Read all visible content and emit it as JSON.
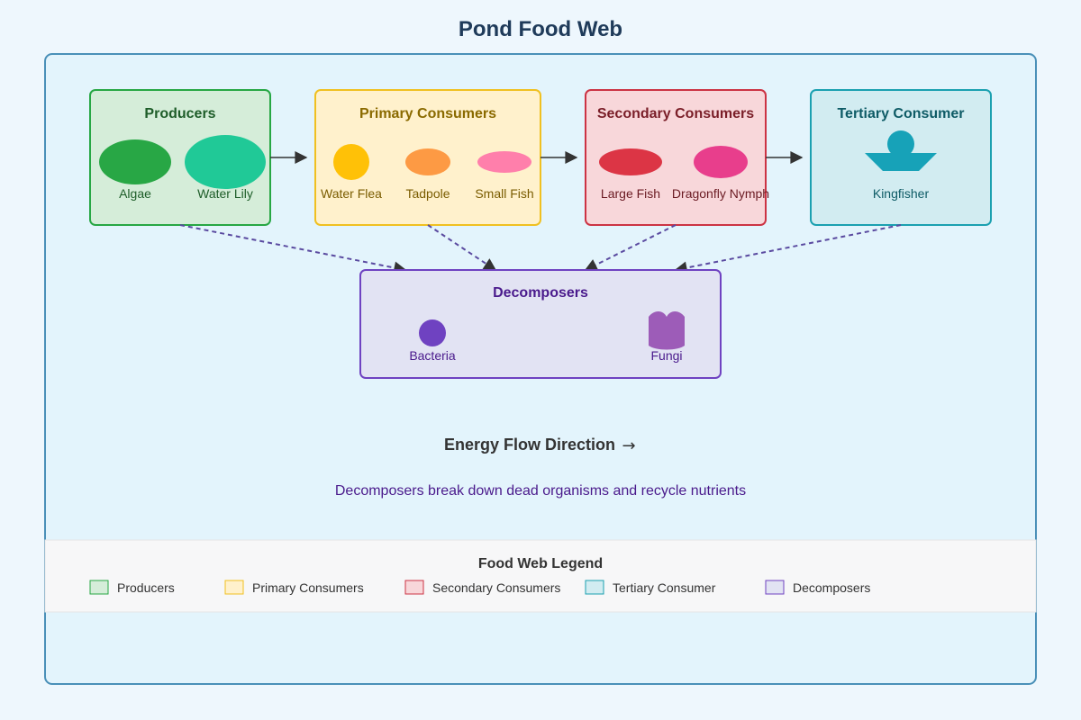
{
  "title": "Pond Food Web",
  "groups": {
    "producers": {
      "title": "Producers",
      "color": "#27a744",
      "fill": "#d5edd9",
      "text_color": "#1e5d29"
    },
    "primary": {
      "title": "Primary Consumers",
      "color": "#f0c020",
      "fill": "#fff1cc",
      "text_color": "#8a6a00"
    },
    "secondary": {
      "title": "Secondary Consumers",
      "color": "#cc3344",
      "fill": "#f8d7da",
      "text_color": "#7a1e28"
    },
    "tertiary": {
      "title": "Tertiary Consumer",
      "color": "#1ba0b0",
      "fill": "#d2ecf1",
      "text_color": "#0e5b66"
    },
    "decomposers": {
      "title": "Decomposers",
      "color": "#6f42c1",
      "fill": "#e2e3f3",
      "text_color": "#4a1a8c"
    }
  },
  "organisms": {
    "algae": {
      "label": "Algae",
      "color": "#28a745",
      "shape": "ellipse"
    },
    "water_lily": {
      "label": "Water Lily",
      "color": "#20c997",
      "shape": "ellipse"
    },
    "water_flea": {
      "label": "Water Flea",
      "color": "#ffc107",
      "shape": "circle"
    },
    "tadpole": {
      "label": "Tadpole",
      "color": "#fd9a44",
      "shape": "ellipse"
    },
    "small_fish": {
      "label": "Small Fish",
      "color": "#ff7fab",
      "shape": "ellipse"
    },
    "large_fish": {
      "label": "Large Fish",
      "color": "#dc3545",
      "shape": "ellipse"
    },
    "dragonfly_nymph": {
      "label": "Dragonfly Nymph",
      "color": "#e83e8c",
      "shape": "ellipse"
    },
    "kingfisher": {
      "label": "Kingfisher",
      "color": "#17a2b8",
      "shape": "bird"
    },
    "bacteria": {
      "label": "Bacteria",
      "color": "#6f42c1",
      "shape": "circle"
    },
    "fungi": {
      "label": "Fungi",
      "color": "#9d5cb8",
      "shape": "mushroom"
    }
  },
  "energy_flow_label": "Energy Flow Direction",
  "energy_flow_arrow": "→",
  "decomposer_note": "Decomposers break down dead organisms and recycle nutrients",
  "legend": {
    "title": "Food Web Legend",
    "items": [
      {
        "label": "Producers",
        "color": "#27a744",
        "fill": "#d5edd9"
      },
      {
        "label": "Primary Consumers",
        "color": "#f0c020",
        "fill": "#fff1cc"
      },
      {
        "label": "Secondary Consumers",
        "color": "#cc3344",
        "fill": "#f8d7da"
      },
      {
        "label": "Tertiary Consumer",
        "color": "#1ba0b0",
        "fill": "#d2ecf1"
      },
      {
        "label": "Decomposers",
        "color": "#6f42c1",
        "fill": "#e2e3f3"
      }
    ]
  },
  "colors": {
    "page_bg": "#eef7fd",
    "panel_bg": "#e3f4fc",
    "panel_border": "#4a90b8",
    "title_color": "#1f3b5a",
    "arrow_color": "#333333",
    "dashed_color": "#5a4aa0"
  }
}
